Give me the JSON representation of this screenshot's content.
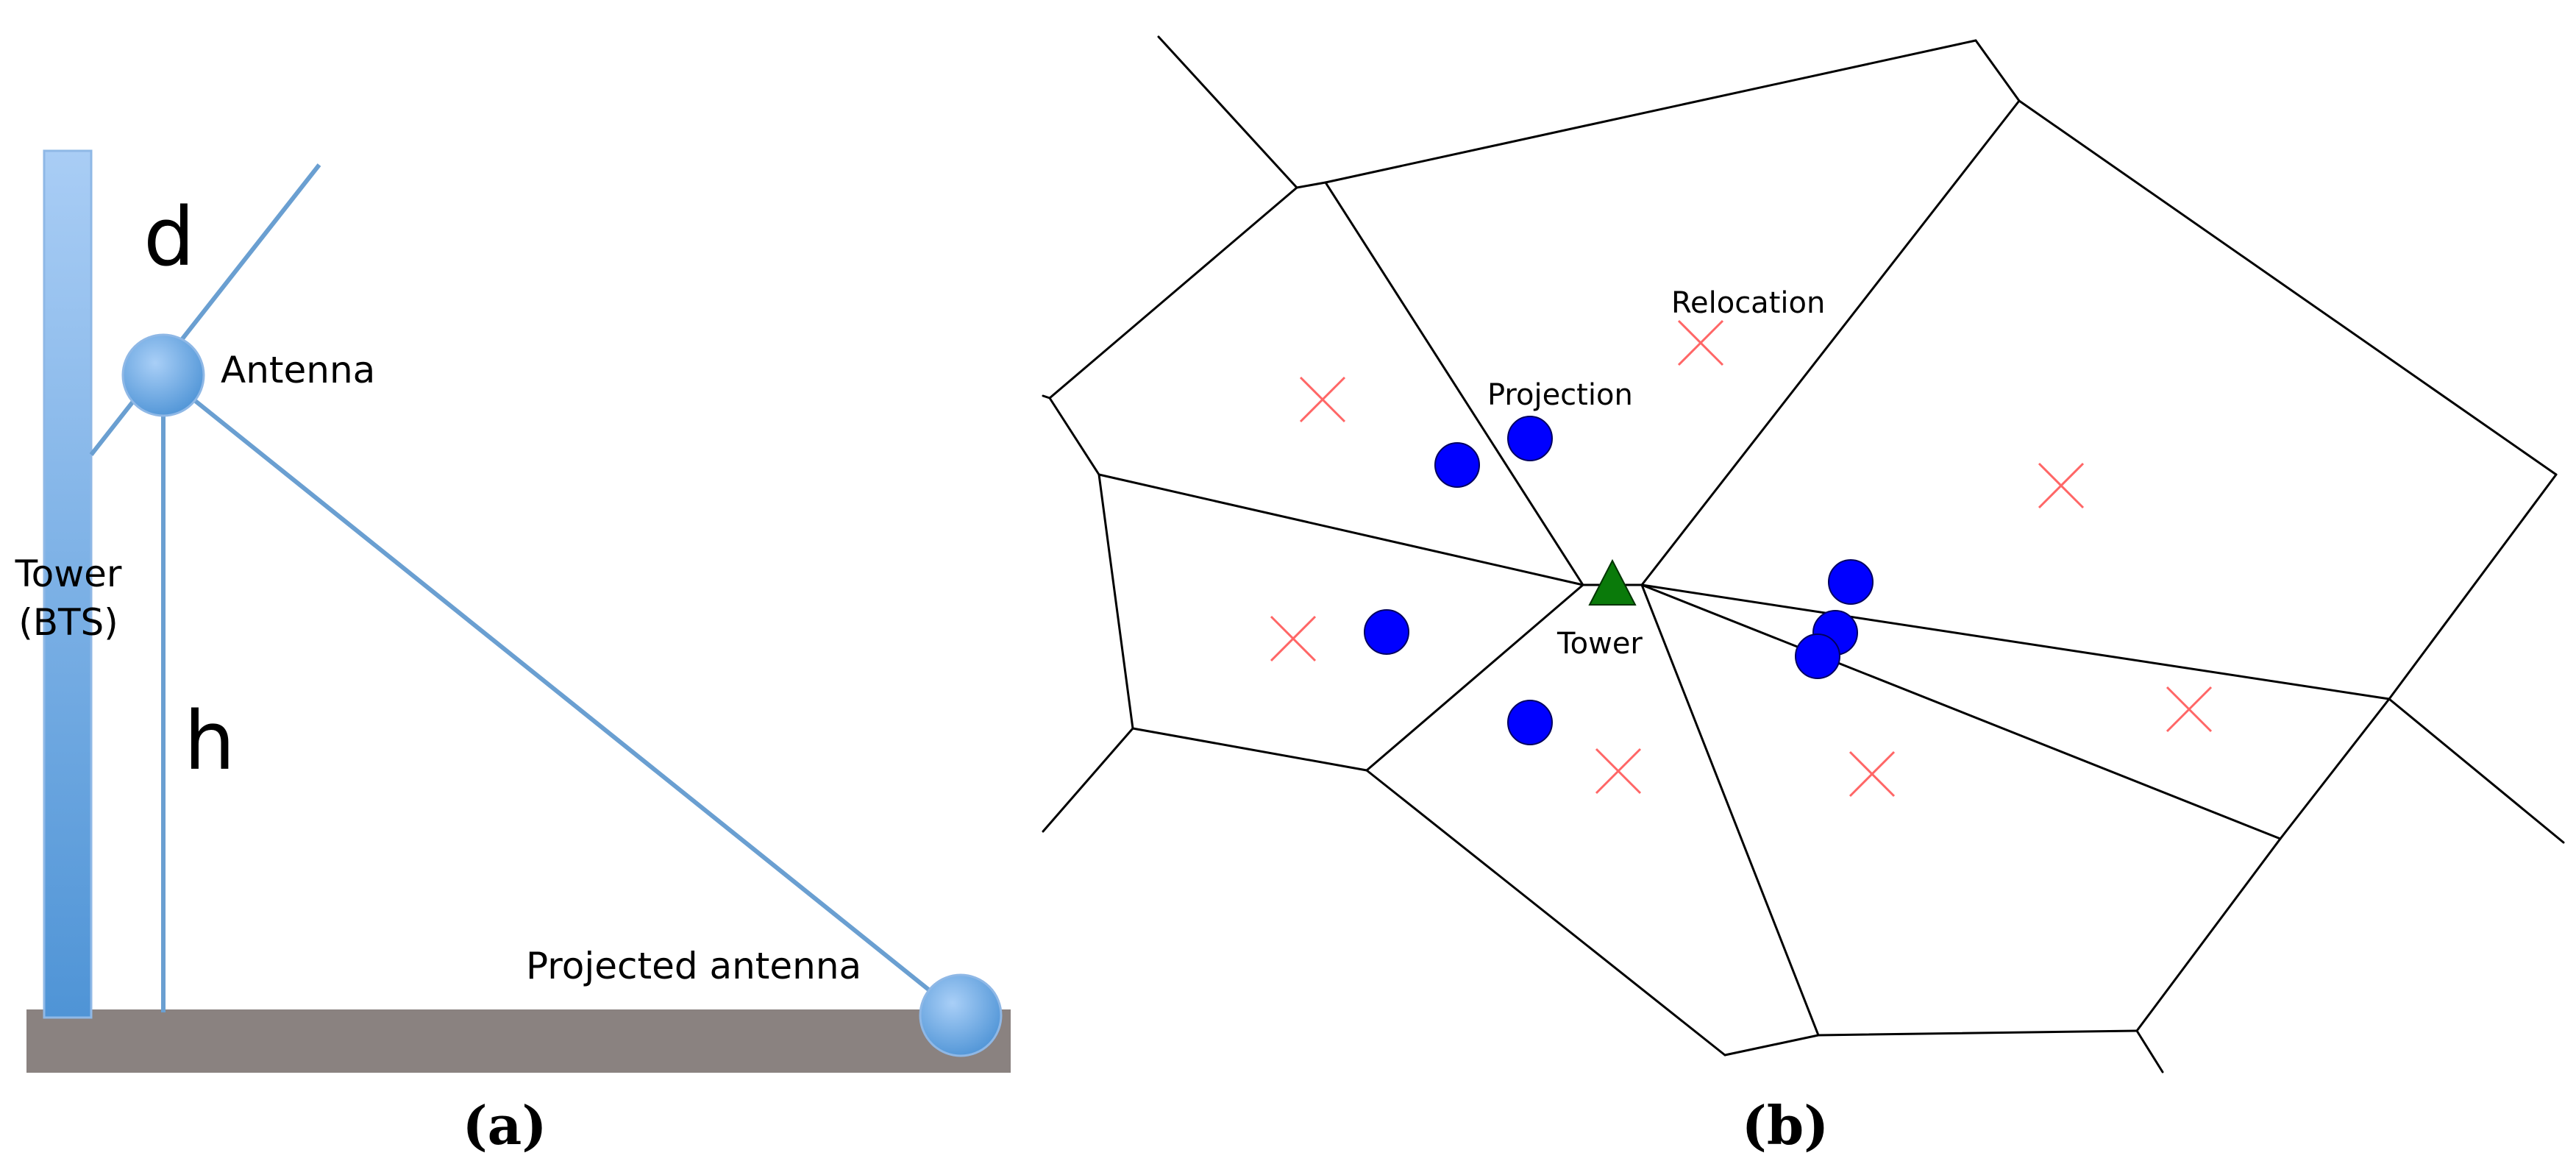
{
  "panel_a": {
    "caption": "(a)",
    "labels": {
      "d": "d",
      "antenna": "Antenna",
      "tower_line1": "Tower",
      "tower_line2": "(BTS)",
      "h": "h",
      "projected_antenna": "Projected antenna"
    },
    "colors": {
      "tower_top": "#a9cdf5",
      "tower_bottom": "#4f94d6",
      "line": "#6a9fd1",
      "ground": "#8a8280",
      "antenna": "#6aa9ea"
    }
  },
  "panel_b": {
    "caption": "(b)",
    "labels": {
      "relocation": "Relocation",
      "projection": "Projection",
      "tower": "Tower"
    },
    "colors": {
      "edge": "#000000",
      "projection_marker": "#0000ff",
      "relocation_marker": "#ff6666",
      "tower_marker": "#0a7a0a"
    },
    "icons": {
      "projection": "filled-circle",
      "relocation": "x-cross",
      "tower": "triangle"
    }
  }
}
